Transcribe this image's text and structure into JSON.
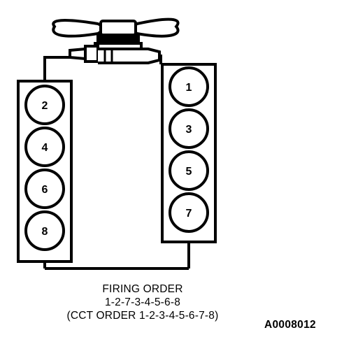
{
  "diagram": {
    "left_bank": [
      "2",
      "4",
      "6",
      "8"
    ],
    "right_bank": [
      "1",
      "3",
      "5",
      "7"
    ]
  },
  "caption": {
    "line1": "FIRING ORDER",
    "line2": "1-2-7-3-4-5-6-8",
    "line3": "(CCT ORDER 1-2-3-4-5-6-7-8)"
  },
  "figure_code": "A0008012",
  "colors": {
    "ink": "#000000",
    "paper": "#ffffff"
  }
}
